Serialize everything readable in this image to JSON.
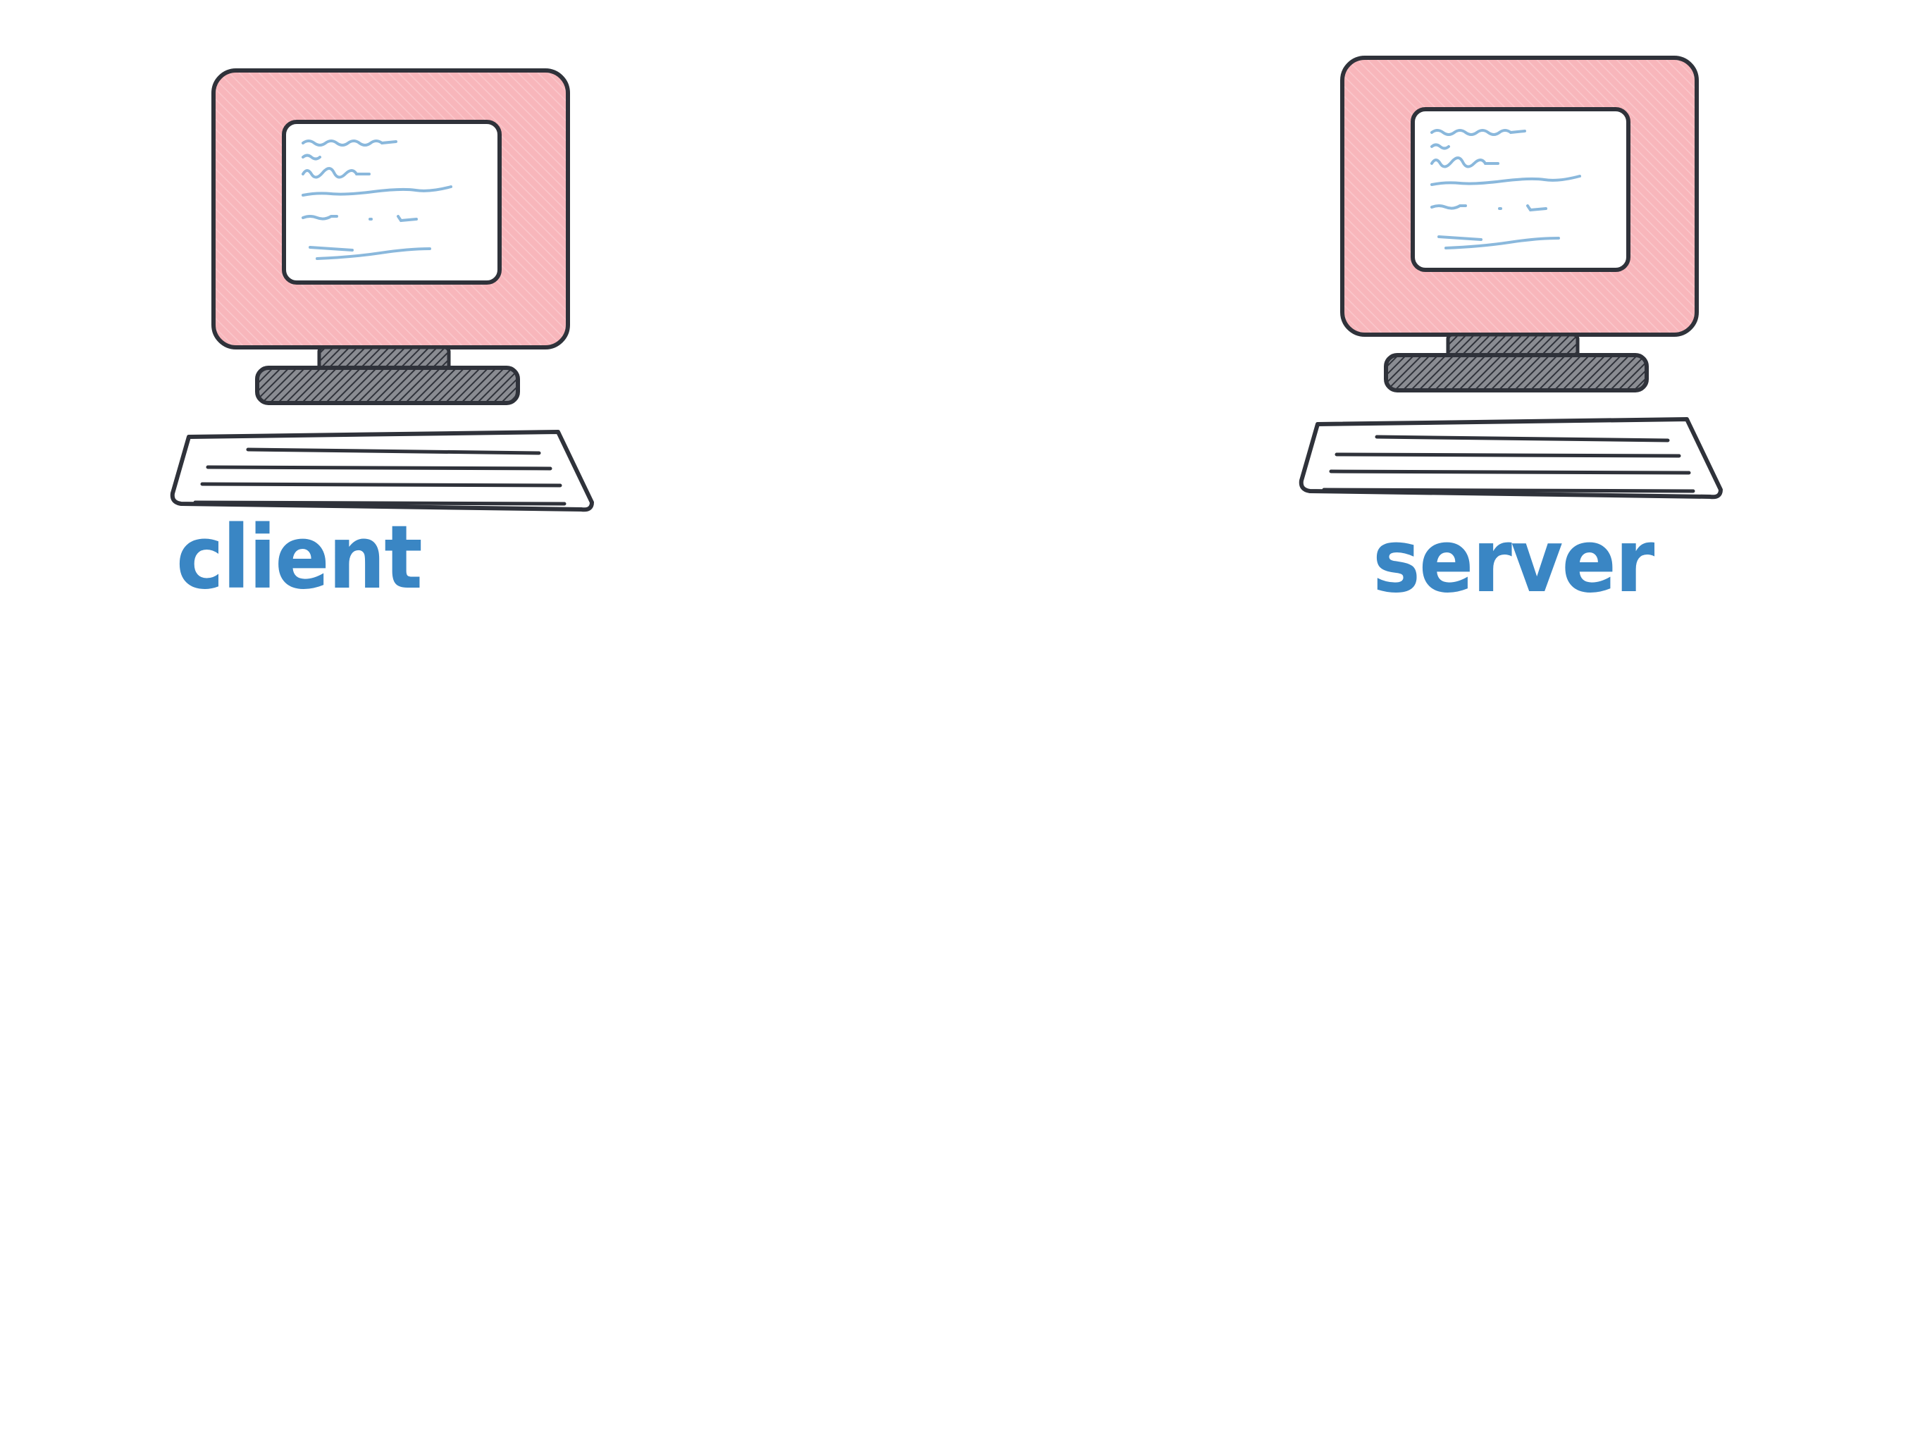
{
  "diagram": {
    "nodes": [
      {
        "id": "client",
        "label": "client",
        "icon": "desktop-computer-icon"
      },
      {
        "id": "server",
        "label": "server",
        "icon": "desktop-computer-icon"
      }
    ]
  },
  "colors": {
    "outline": "#2f323a",
    "monitor_fill": "#f8b6bb",
    "screen_lines": "#8ab8dc",
    "label": "#3a86c4"
  }
}
